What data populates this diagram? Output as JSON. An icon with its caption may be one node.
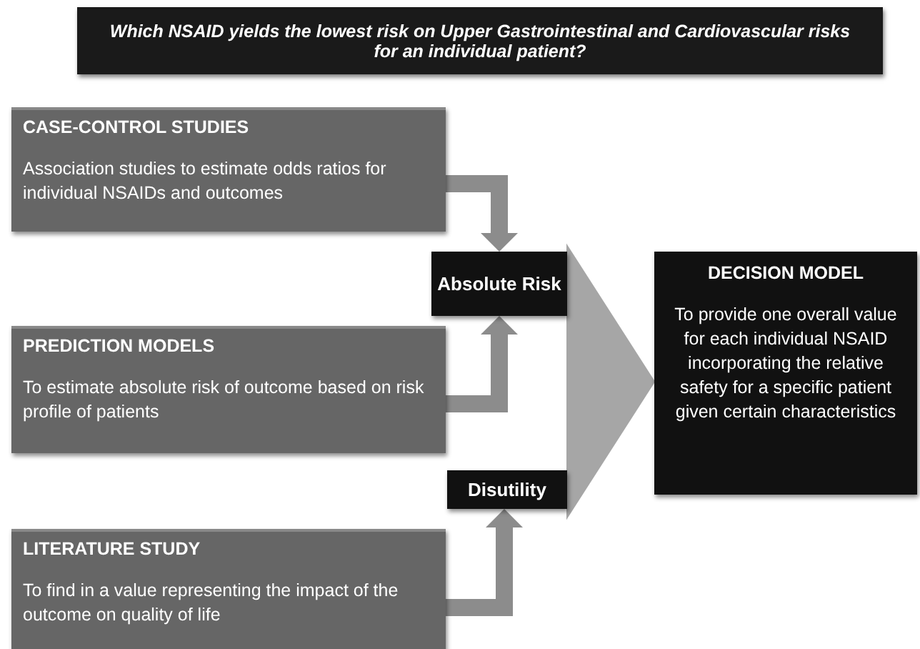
{
  "diagram": {
    "title": "Which NSAID yields the lowest risk on Upper Gastrointestinal and Cardiovascular risks for an individual patient?",
    "nodes": [
      {
        "text": [
          "CASE-CONTROL STUDIES",
          "Association studies to estimate odds ratios for individual NSAIDs and outcomes"
        ]
      },
      {
        "text": [
          "Absolute Risk"
        ]
      },
      {
        "text": [
          "PREDICTION MODELS",
          "To estimate absolute risk of outcome based on risk profile of patients"
        ]
      },
      {
        "text": [
          "Disutility"
        ]
      },
      {
        "text": [
          "LITERATURE STUDY",
          "To find in a value representing the impact of the outcome on quality of life"
        ]
      },
      {
        "text": [
          "DECISION MODEL",
          "To provide one overall value for each individual NSAID incorporating the relative safety for a specific patient given certain characteristics"
        ]
      }
    ],
    "edges": [
      {
        "from": 0,
        "to": 1,
        "arrow": "to"
      },
      {
        "from": 2,
        "to": 1,
        "arrow": "to"
      },
      {
        "from": 4,
        "to": 3,
        "arrow": "to"
      },
      {
        "from": 1,
        "to": 5,
        "arrow": "to"
      },
      {
        "from": 3,
        "to": 5,
        "arrow": "to"
      }
    ]
  }
}
